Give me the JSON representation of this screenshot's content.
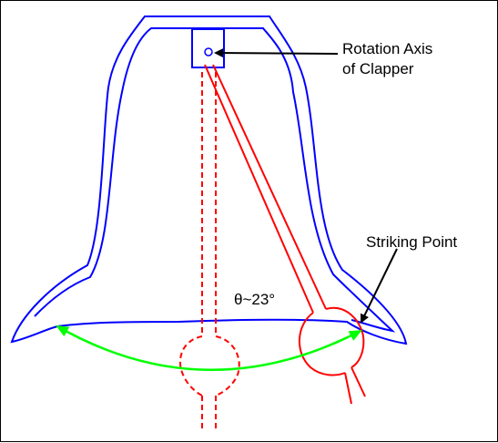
{
  "labels": {
    "rotation_axis_line1": "Rotation Axis",
    "rotation_axis_line2": "of Clapper",
    "striking_point": "Striking Point",
    "angle": "θ~23°"
  },
  "colors": {
    "bell": "#0000ff",
    "clapper": "#ff0000",
    "swing_arc": "#00ff00",
    "annotation": "#000000"
  },
  "angle_degrees": 23
}
